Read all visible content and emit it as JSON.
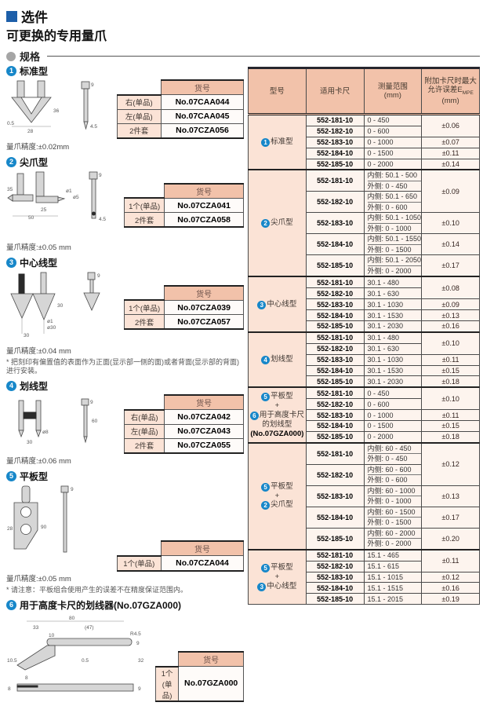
{
  "page": {
    "title": "选件",
    "subtitle": "可更换的专用量爪",
    "spec_heading": "规格"
  },
  "colors": {
    "accent_blue": "#1d5fa9",
    "badge_blue": "#1787c9",
    "header_salmon": "#f2c2aa",
    "label_pink": "#fbe3d6",
    "cell_bg": "#fdf4ee",
    "top_bar": "#26262e"
  },
  "sections": [
    {
      "number": "1",
      "title": "标准型",
      "accuracy": "量爪精度:±0.02mm",
      "dims": [
        "9",
        "36",
        "0.5",
        "28",
        "4.5"
      ],
      "table": {
        "header": "货号",
        "rows": [
          [
            "右(单品)",
            "No.07CAA044"
          ],
          [
            "左(单品)",
            "No.07CAA045"
          ],
          [
            "2件套",
            "No.07CZA056"
          ]
        ]
      }
    },
    {
      "number": "2",
      "title": "尖爪型",
      "accuracy": "量爪精度:±0.05 mm",
      "dims": [
        "9",
        "35",
        "25",
        "50",
        "ø1",
        "ø5",
        "4.5"
      ],
      "table": {
        "header": "货号",
        "rows": [
          [
            "1个(单品)",
            "No.07CZA041"
          ],
          [
            "2件套",
            "No.07CZA058"
          ]
        ]
      }
    },
    {
      "number": "3",
      "title": "中心线型",
      "accuracy": "量爪精度:±0.04 mm",
      "note": "* 把刻印有偏置值的表面作为正面(显示部一侧的面)或者背面(显示部的背面)进行安装。",
      "dims": [
        "9",
        "30",
        "ø1",
        "ø30",
        "30"
      ],
      "table": {
        "header": "货号",
        "rows": [
          [
            "1个(单品)",
            "No.07CZA039"
          ],
          [
            "2件套",
            "No.07CZA057"
          ]
        ]
      }
    },
    {
      "number": "4",
      "title": "划线型",
      "accuracy": "量爪精度:±0.06 mm",
      "dims": [
        "9",
        "60",
        "ø8",
        "30"
      ],
      "table": {
        "header": "货号",
        "rows": [
          [
            "右(单品)",
            "No.07CZA042"
          ],
          [
            "左(单品)",
            "No.07CZA043"
          ],
          [
            "2件套",
            "No.07CZA055"
          ]
        ]
      }
    },
    {
      "number": "5",
      "title": "平板型",
      "accuracy": "量爪精度:±0.05 mm",
      "note": "* 请注意：平板组合使用产生的误差不在精度保证范围内。",
      "dims": [
        "9",
        "28",
        "90"
      ],
      "table": {
        "header": "货号",
        "rows": [
          [
            "1个(单品)",
            "No.07CZA044"
          ]
        ]
      }
    },
    {
      "number": "6",
      "title": "用于高度卡尺的划线器(No.07GZA000)",
      "dims": [
        "80",
        "33",
        "(47)",
        "10",
        "R4.5",
        "9",
        "32",
        "0.5",
        "10.5",
        "8",
        "8",
        "9"
      ],
      "table": {
        "header": "货号",
        "rows": [
          [
            "1个(单品)",
            "No.07GZA000"
          ]
        ]
      }
    }
  ],
  "big_table": {
    "headers": {
      "col1": "型号",
      "col2": "适用卡尺",
      "col3_main": "测量范围",
      "col3_unit": "(mm)",
      "col4_main": "附加卡尺时最大允许误差E",
      "col4_sub": "MPE",
      "col4_unit": "(mm)"
    },
    "sections": [
      {
        "label": [
          {
            "badge": "1",
            "text": "标准型"
          }
        ],
        "rows": [
          {
            "model": "552-181-10",
            "range": "0 - 450",
            "error": "±0.06",
            "span": 2
          },
          {
            "model": "552-182-10",
            "range": "0 - 600"
          },
          {
            "model": "552-183-10",
            "range": "0 - 1000",
            "error": "±0.07",
            "span": 1
          },
          {
            "model": "552-184-10",
            "range": "0 - 1500",
            "error": "±0.11",
            "span": 1
          },
          {
            "model": "552-185-10",
            "range": "0 - 2000",
            "error": "±0.14",
            "span": 1
          }
        ]
      },
      {
        "label": [
          {
            "badge": "2",
            "text": "尖爪型"
          }
        ],
        "rows": [
          {
            "model": "552-181-10",
            "inner": "内侧: 50.1 - 500",
            "outer": "外侧: 0 - 450",
            "error": "±0.09",
            "span": 2
          },
          {
            "model": "552-182-10",
            "inner": "内侧: 50.1 - 650",
            "outer": "外侧: 0 - 600"
          },
          {
            "model": "552-183-10",
            "inner": "内侧: 50.1 - 1050",
            "outer": "外侧: 0 - 1000",
            "error": "±0.10",
            "span": 1
          },
          {
            "model": "552-184-10",
            "inner": "内侧: 50.1 - 1550",
            "outer": "外侧: 0 - 1500",
            "error": "±0.14",
            "span": 1
          },
          {
            "model": "552-185-10",
            "inner": "内侧: 50.1 - 2050",
            "outer": "外侧: 0 - 2000",
            "error": "±0.17",
            "span": 1
          }
        ]
      },
      {
        "label": [
          {
            "badge": "3",
            "text": "中心线型"
          }
        ],
        "rows": [
          {
            "model": "552-181-10",
            "range": "30.1 - 480",
            "error": "±0.08",
            "span": 2
          },
          {
            "model": "552-182-10",
            "range": "30.1 - 630"
          },
          {
            "model": "552-183-10",
            "range": "30.1 - 1030",
            "error": "±0.09",
            "span": 1
          },
          {
            "model": "552-184-10",
            "range": "30.1 - 1530",
            "error": "±0.13",
            "span": 1
          },
          {
            "model": "552-185-10",
            "range": "30.1 - 2030",
            "error": "±0.16",
            "span": 1
          }
        ]
      },
      {
        "label": [
          {
            "badge": "4",
            "text": "划线型"
          }
        ],
        "rows": [
          {
            "model": "552-181-10",
            "range": "30.1 - 480",
            "error": "±0.10",
            "span": 2
          },
          {
            "model": "552-182-10",
            "range": "30.1 - 630"
          },
          {
            "model": "552-183-10",
            "range": "30.1 - 1030",
            "error": "±0.11",
            "span": 1
          },
          {
            "model": "552-184-10",
            "range": "30.1 - 1530",
            "error": "±0.15",
            "span": 1
          },
          {
            "model": "552-185-10",
            "range": "30.1 - 2030",
            "error": "±0.18",
            "span": 1
          }
        ]
      },
      {
        "label": [
          {
            "badge": "5",
            "text": "平板型"
          },
          {
            "text": "+"
          },
          {
            "badge": "6",
            "text": "用于高度卡尺"
          },
          {
            "text": "的划线型"
          },
          {
            "text": "(No.07GZA000)",
            "bold": true
          }
        ],
        "rows": [
          {
            "model": "552-181-10",
            "range": "0 - 450",
            "error": "±0.10",
            "span": 2
          },
          {
            "model": "552-182-10",
            "range": "0 - 600"
          },
          {
            "model": "552-183-10",
            "range": "0 - 1000",
            "error": "±0.11",
            "span": 1
          },
          {
            "model": "552-184-10",
            "range": "0 - 1500",
            "error": "±0.15",
            "span": 1
          },
          {
            "model": "552-185-10",
            "range": "0 - 2000",
            "error": "±0.18",
            "span": 1
          }
        ]
      },
      {
        "label": [
          {
            "badge": "5",
            "text": "平板型"
          },
          {
            "text": "+"
          },
          {
            "badge": "2",
            "text": "尖爪型"
          }
        ],
        "rows": [
          {
            "model": "552-181-10",
            "inner": "内侧: 60 - 450",
            "outer": "外侧: 0 - 450",
            "error": "±0.12",
            "span": 2
          },
          {
            "model": "552-182-10",
            "inner": "内侧: 60 - 600",
            "outer": "外侧: 0 - 600"
          },
          {
            "model": "552-183-10",
            "inner": "内侧: 60 - 1000",
            "outer": "外侧: 0 - 1000",
            "error": "±0.13",
            "span": 1
          },
          {
            "model": "552-184-10",
            "inner": "内侧: 60 - 1500",
            "outer": "外侧: 0 - 1500",
            "error": "±0.17",
            "span": 1
          },
          {
            "model": "552-185-10",
            "inner": "内侧: 60 - 2000",
            "outer": "外侧: 0 - 2000",
            "error": "±0.20",
            "span": 1
          }
        ]
      },
      {
        "label": [
          {
            "badge": "5",
            "text": "平板型"
          },
          {
            "text": "+"
          },
          {
            "badge": "3",
            "text": "中心线型"
          }
        ],
        "rows": [
          {
            "model": "552-181-10",
            "range": "15.1 - 465",
            "error": "±0.11",
            "span": 2
          },
          {
            "model": "552-182-10",
            "range": "15.1 - 615"
          },
          {
            "model": "552-183-10",
            "range": "15.1 - 1015",
            "error": "±0.12",
            "span": 1
          },
          {
            "model": "552-184-10",
            "range": "15.1 - 1515",
            "error": "±0.16",
            "span": 1
          },
          {
            "model": "552-185-10",
            "range": "15.1 - 2015",
            "error": "±0.19",
            "span": 1
          }
        ]
      }
    ]
  }
}
